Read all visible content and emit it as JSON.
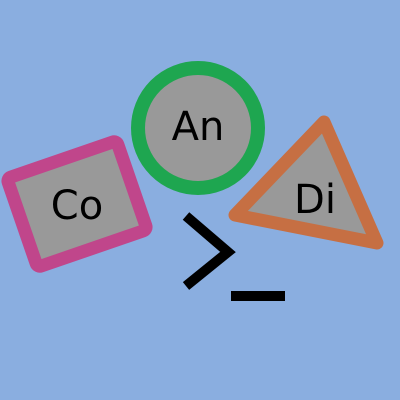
{
  "logo": {
    "background_color": "#8aaee0",
    "shape_fill_color": "#999999",
    "ink_color": "#000000",
    "shapes": [
      {
        "kind": "square",
        "label": "Co",
        "border_color": "#c0468b"
      },
      {
        "kind": "circle",
        "label": "An",
        "border_color": "#1ea650"
      },
      {
        "kind": "triangle",
        "label": "Di",
        "border_color": "#c66f43"
      }
    ],
    "terminal_icon": "terminal-prompt-icon"
  }
}
